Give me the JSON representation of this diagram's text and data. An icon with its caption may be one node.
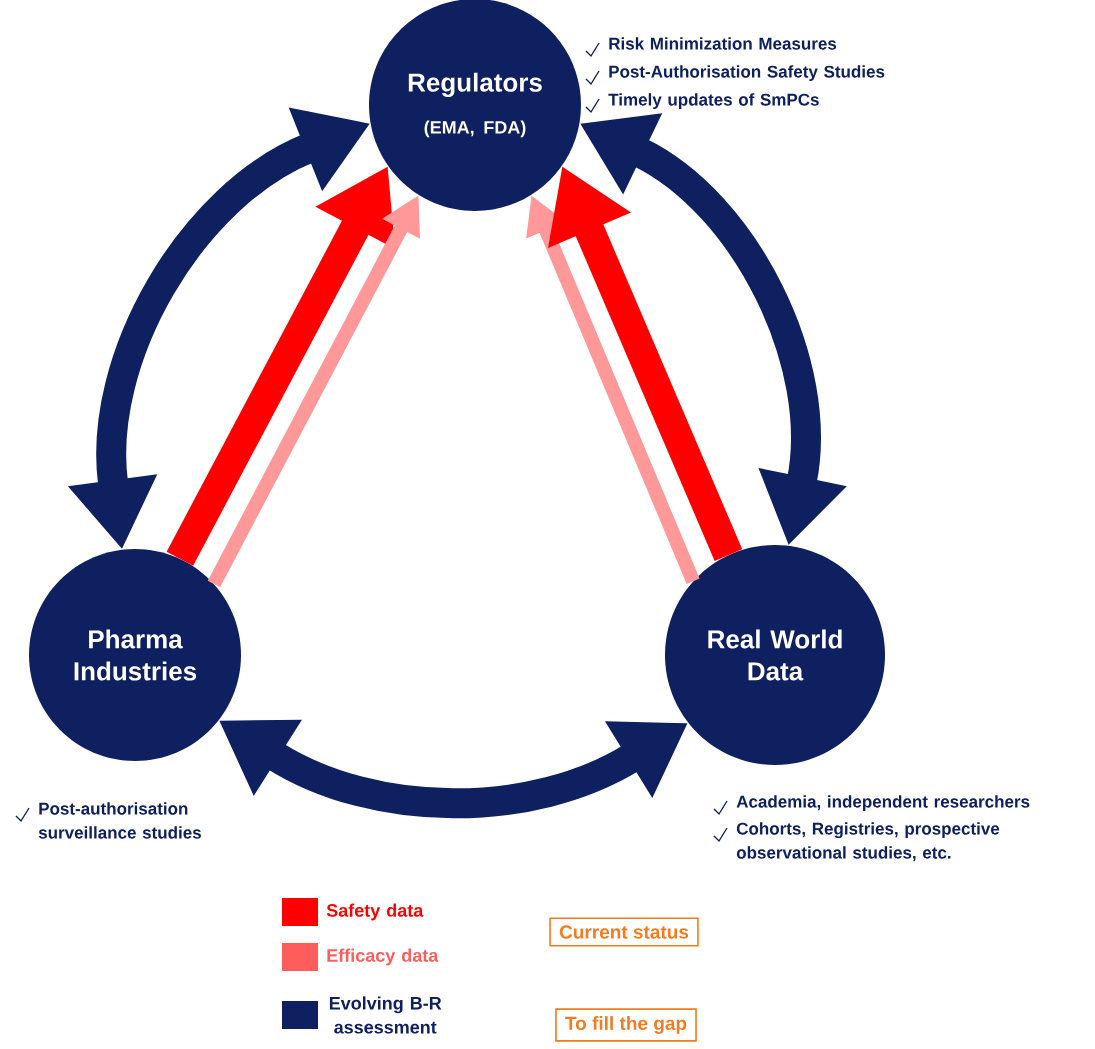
{
  "diagram": {
    "nodes": [
      {
        "text": [
          "Regulators",
          "(EMA, FDA)"
        ],
        "beside": [
          "Risk Minimization Measures",
          "Post-Authorisation Safety Studies",
          "Timely updates of SmPCs"
        ]
      },
      {
        "text": [
          "Pharma Industries"
        ],
        "beside": [
          "Post-authorisation surveillance studies"
        ]
      },
      {
        "text": [
          "Real World Data"
        ],
        "beside": [
          "Academia, independent researchers",
          "Cohorts, Registries, prospective observational studies, etc."
        ]
      },
      {
        "text": [
          "Current status"
        ]
      },
      {
        "text": [
          "To fill the gap"
        ]
      }
    ],
    "edges": [
      {
        "from": 0,
        "to": 1,
        "arrow": "both"
      },
      {
        "from": 0,
        "to": 2,
        "arrow": "both"
      },
      {
        "from": 1,
        "to": 2,
        "arrow": "both"
      },
      {
        "from": 1,
        "to": 0,
        "arrow": "to",
        "color": "#ff0000"
      },
      {
        "from": 1,
        "to": 0,
        "arrow": "to",
        "color": "#ff9999"
      },
      {
        "from": 2,
        "to": 0,
        "arrow": "to",
        "color": "#ff9999"
      },
      {
        "from": 2,
        "to": 0,
        "arrow": "to",
        "color": "#ff0000"
      }
    ],
    "legend": [
      {
        "text": "Safety data",
        "color": "#ff0000"
      },
      {
        "text": "Efficacy data",
        "color": "#ff5c5c"
      },
      {
        "text": "Evolving B-R assessment",
        "color": "#0e2060"
      }
    ]
  }
}
